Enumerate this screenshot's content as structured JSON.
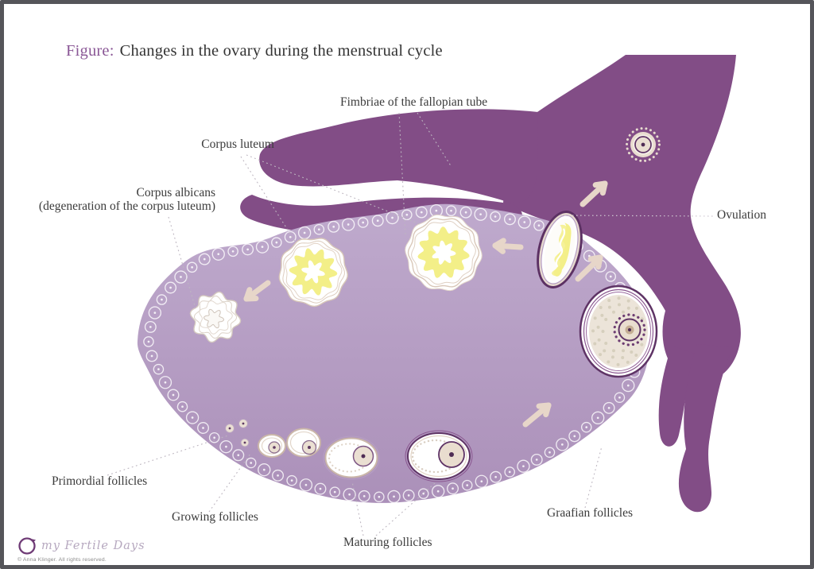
{
  "title": {
    "prefix": "Figure:",
    "text": "Changes in the ovary during the menstrual cycle"
  },
  "labels": {
    "fimbriae": "Fimbriae of the fallopian tube",
    "corpus_luteum": "Corpus luteum",
    "corpus_albicans_line1": "Corpus albicans",
    "corpus_albicans_line2": "(degeneration of the corpus luteum)",
    "ovulation": "Ovulation",
    "primordial": "Primordial follicles",
    "growing": "Growing follicles",
    "maturing": "Maturing follicles",
    "graafian": "Graafian follicles"
  },
  "footer": {
    "brand": "my Fertile Days",
    "copyright": "© Anna Klinger. All rights reserved."
  },
  "colors": {
    "frame_border": "#55555a",
    "tube_purple": "#824d86",
    "ovary_light_top": "#bfaacd",
    "ovary_light_bottom": "#ab90b9",
    "follicle_yellow": "#f3ef88",
    "arrow_cream": "#e7d6c9",
    "outline_dark_purple": "#5e3365",
    "title_accent": "#8a5796",
    "label_text": "#3b3b3b",
    "leader_line": "#bdb6c0"
  }
}
